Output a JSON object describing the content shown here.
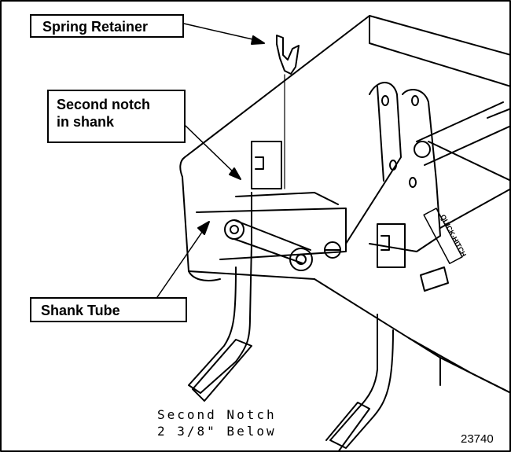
{
  "callouts": {
    "spring_retainer": "Spring Retainer",
    "second_notch": "Second notch\nin shank",
    "shank_tube": "Shank Tube"
  },
  "note": {
    "line1": "Second Notch",
    "line2": "2 3/8\" Below"
  },
  "figure_number": "23740",
  "decal_text": "QUICK-HITCH"
}
